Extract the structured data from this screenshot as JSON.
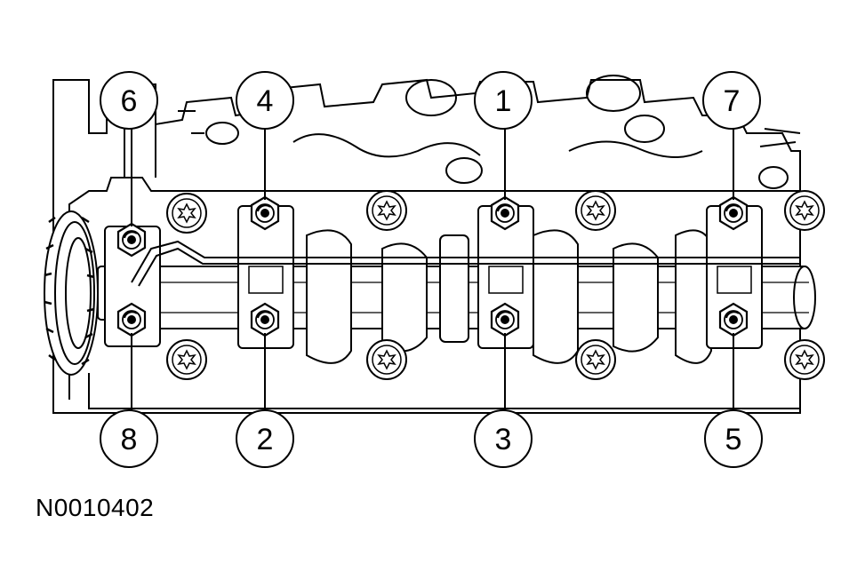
{
  "figure": {
    "reference_code": "N0010402",
    "colors": {
      "line": "#000000",
      "background": "#ffffff"
    },
    "callouts": [
      {
        "number": "1",
        "position": "top",
        "bolt": "center-top"
      },
      {
        "number": "2",
        "position": "bottom",
        "bolt": "left-inner-bottom"
      },
      {
        "number": "3",
        "position": "bottom",
        "bolt": "center-bottom"
      },
      {
        "number": "4",
        "position": "top",
        "bolt": "left-inner-top"
      },
      {
        "number": "5",
        "position": "bottom",
        "bolt": "right-bottom"
      },
      {
        "number": "6",
        "position": "top",
        "bolt": "front-top"
      },
      {
        "number": "7",
        "position": "top",
        "bolt": "right-top"
      },
      {
        "number": "8",
        "position": "bottom",
        "bolt": "front-bottom"
      }
    ]
  }
}
